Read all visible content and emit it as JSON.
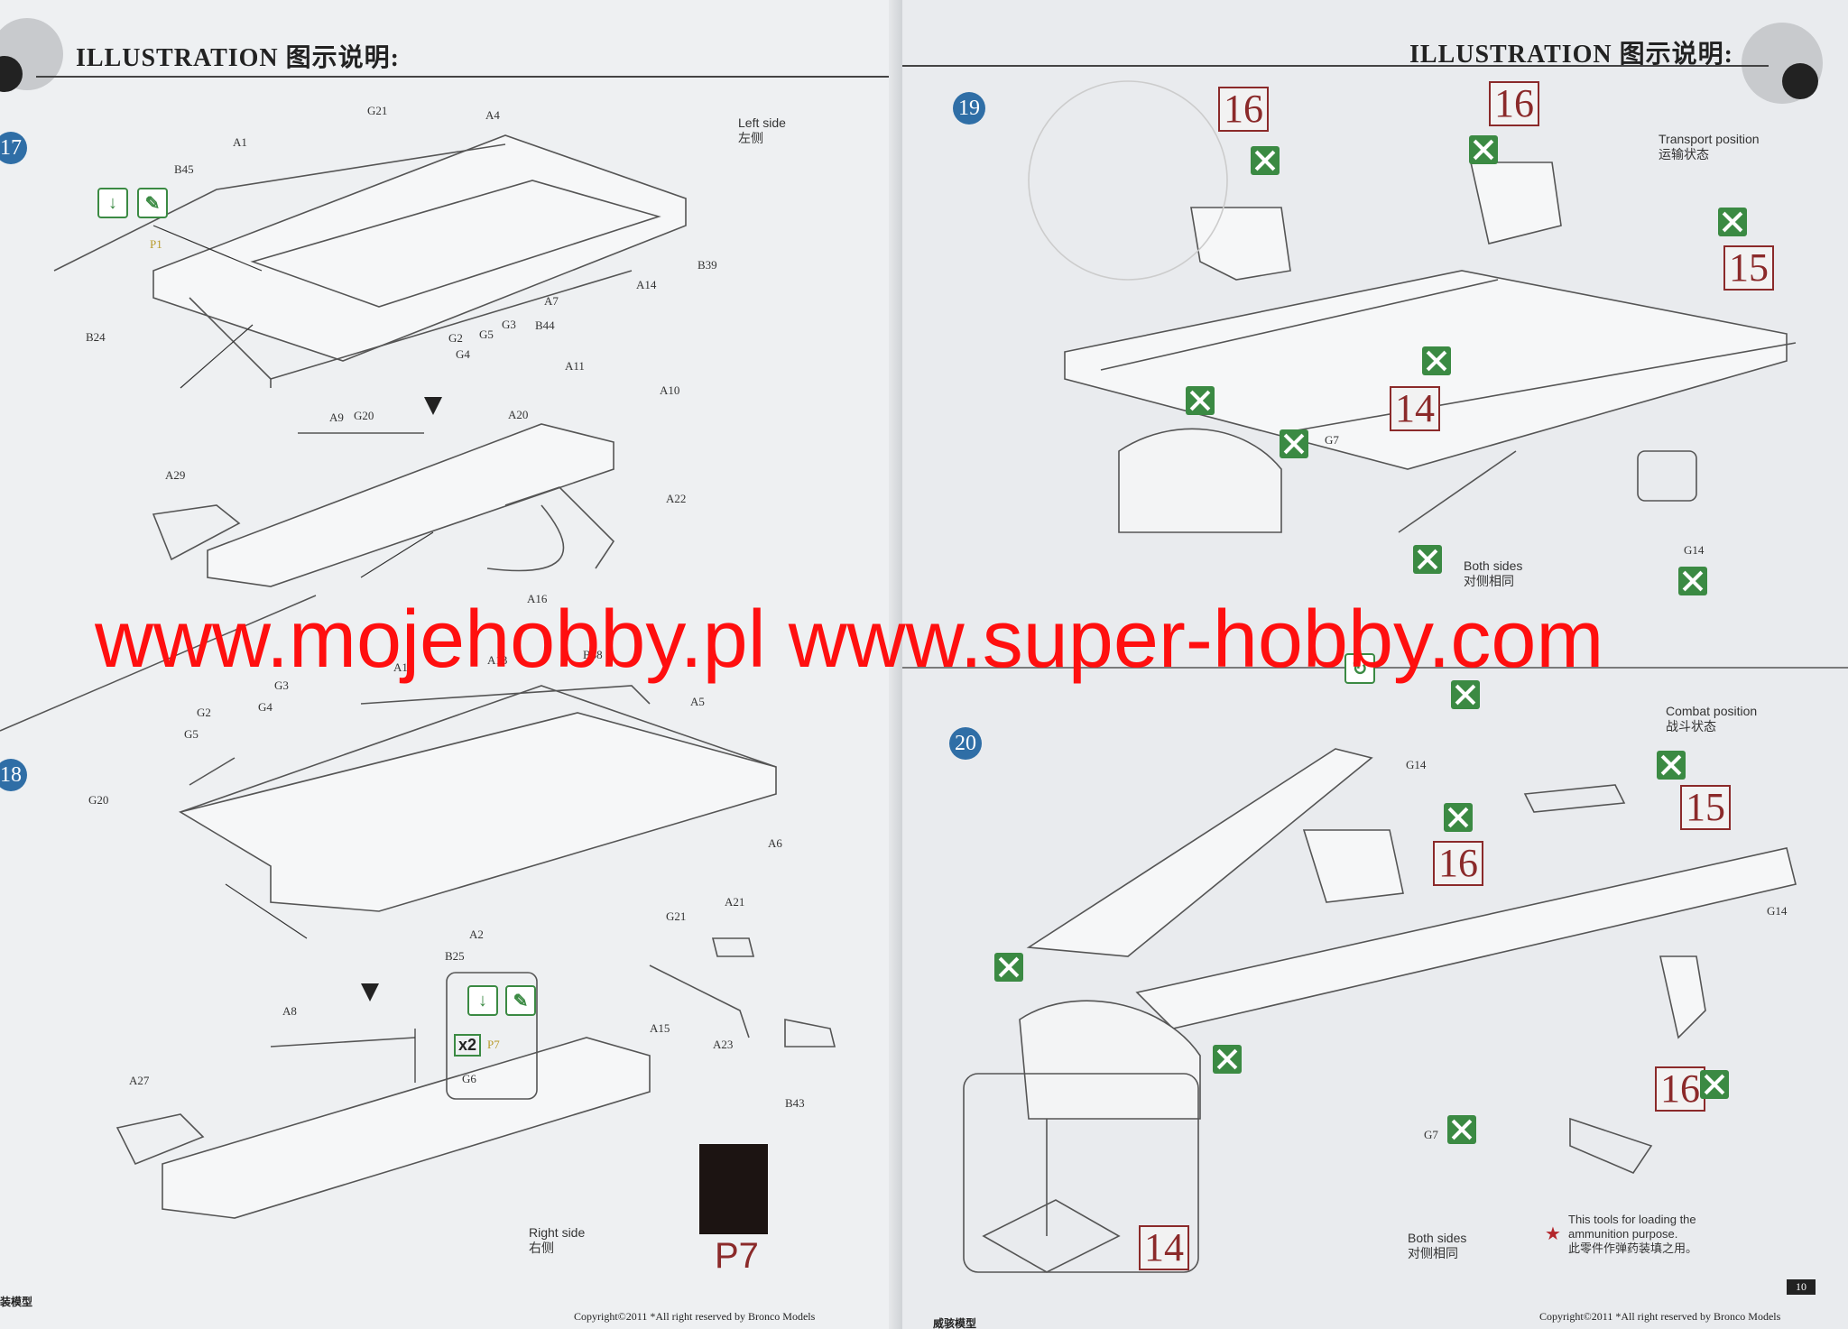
{
  "left_page": {
    "header": "ILLUSTRATION 图示说明:",
    "steps": [
      {
        "number": "17",
        "side_label": "Left side",
        "side_label_cn": "左侧"
      },
      {
        "number": "18",
        "side_label": "Right side",
        "side_label_cn": "右侧"
      }
    ],
    "part_labels_17": [
      "G21",
      "A4",
      "A1",
      "B45",
      "P1",
      "B39",
      "A14",
      "A7",
      "B44",
      "G3",
      "G5",
      "G2",
      "G4",
      "B24",
      "G20",
      "A9",
      "A11",
      "A10",
      "A20",
      "A29",
      "A22",
      "A16"
    ],
    "part_labels_18": [
      "B38",
      "A17",
      "A13",
      "A5",
      "G3",
      "G4",
      "G2",
      "G5",
      "G20",
      "A6",
      "G21",
      "A2",
      "B25",
      "A21",
      "A8",
      "A15",
      "A23",
      "B43",
      "A27",
      "P7",
      "G6"
    ],
    "multiplier": "x2",
    "p7_caption": "P7",
    "footer_left": "装模型",
    "copyright": "Copyright©2011 *All right reserved by Bronco Models"
  },
  "right_page": {
    "header": "ILLUSTRATION 图示说明:",
    "steps": [
      {
        "number": "19",
        "position_label": "Transport position",
        "position_label_cn": "运输状态"
      },
      {
        "number": "20",
        "position_label": "Combat position",
        "position_label_cn": "战斗状态"
      }
    ],
    "callouts": [
      "16",
      "16",
      "15",
      "14",
      "15",
      "16",
      "16",
      "14"
    ],
    "part_labels": [
      "G7",
      "G14",
      "G14",
      "G14",
      "G7"
    ],
    "both_sides": "Both sides",
    "both_sides_cn": "对侧相同",
    "tools_note": "This tools for loading the",
    "tools_note_2": "ammunition purpose.",
    "tools_note_cn": "此零件作弹药装填之用。",
    "footer_left": "威骇模型",
    "page_no": "10",
    "copyright": "Copyright©2011 *All right reserved by Bronco Models"
  },
  "watermark": "www.mojehobby.pl www.super-hobby.com",
  "colors": {
    "step_circle": "#2f6ea6",
    "callout": "#8b2a2a",
    "glue_icon": "#3b8a43",
    "watermark": "#ff0f0f"
  }
}
